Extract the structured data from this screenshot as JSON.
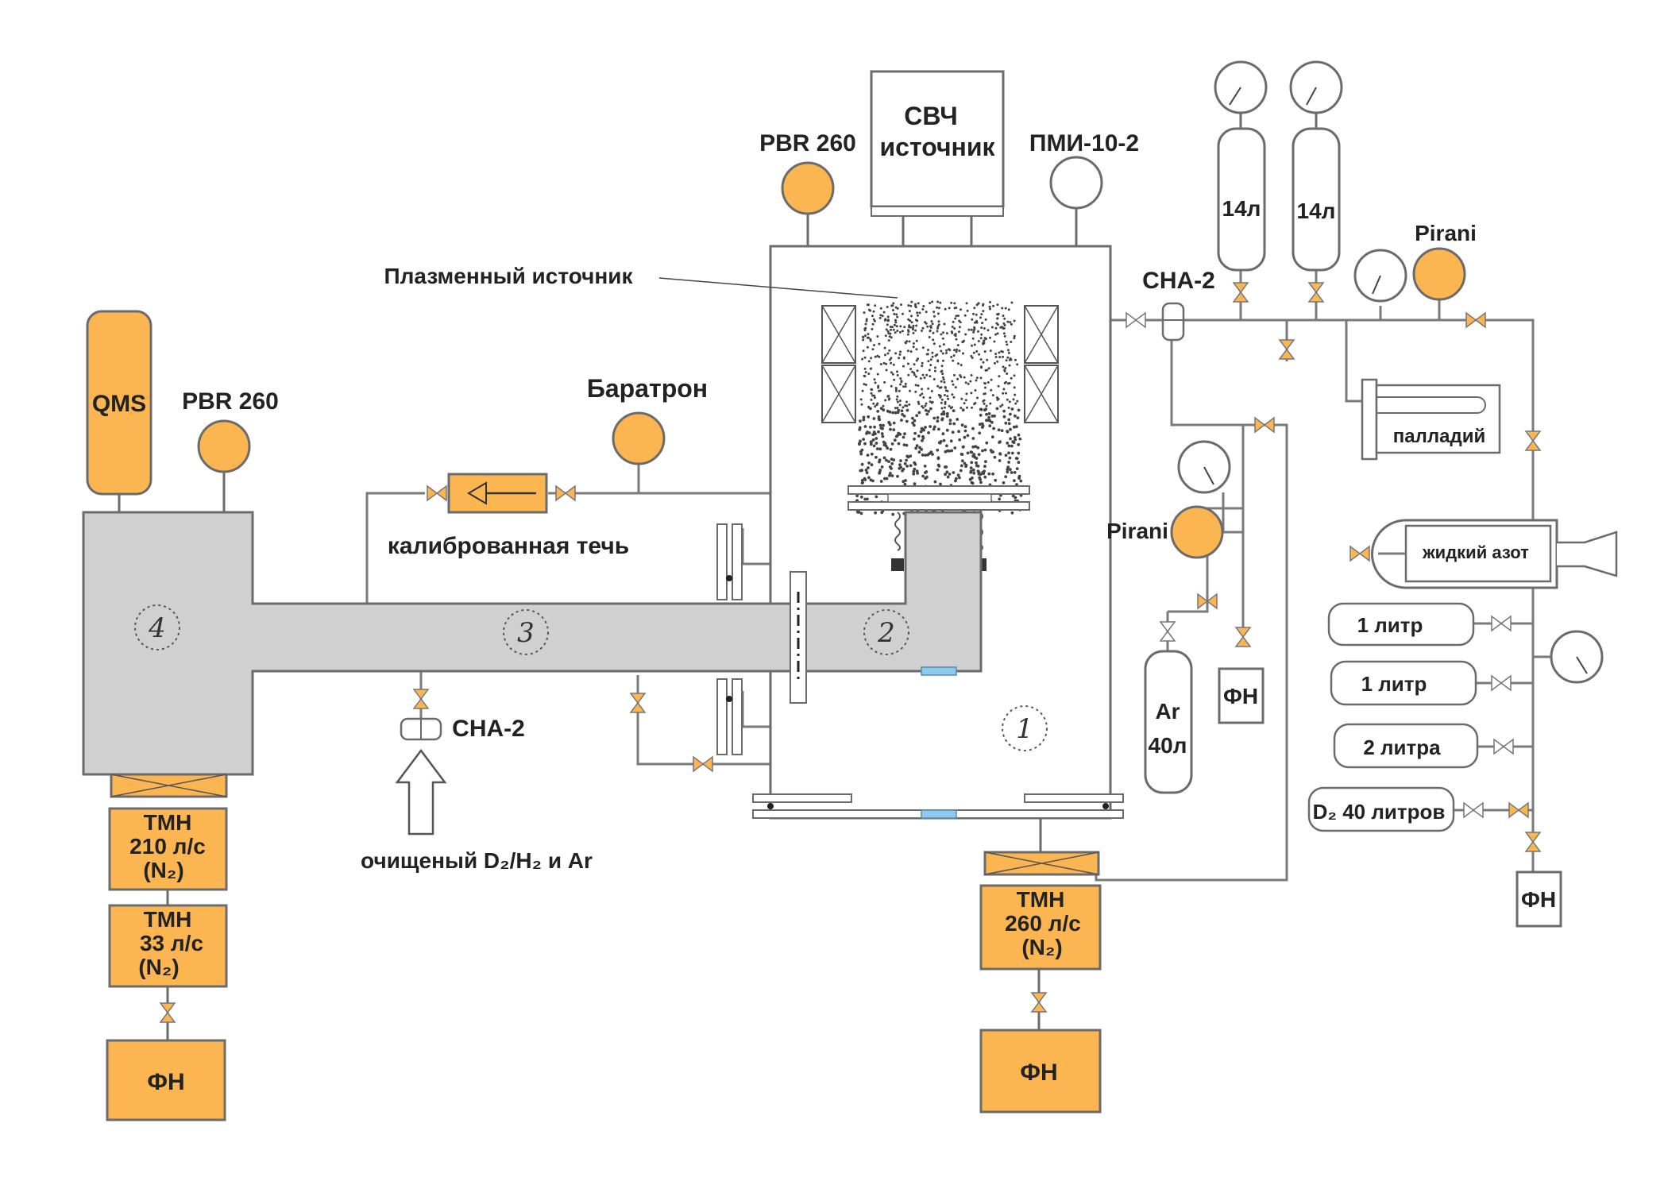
{
  "labels": {
    "svch_line1": "СВЧ",
    "svch_line2": "источник",
    "pbr_top": "PBR 260",
    "pmi": "ПМИ-10-2",
    "plasma_source": "Плазменный источник",
    "qms": "QMS",
    "pbr_left": "PBR 260",
    "baratron": "Баратрон",
    "calibrated_leak": "калиброванная течь",
    "cna_right": "СНА-2",
    "cna_bottom": "СНА-2",
    "purified_gas": "очищеный D₂/H₂ и Ar",
    "pirani_top": "Pirani",
    "pirani_mid": "Pirani",
    "cyl1": "14л",
    "cyl2": "14л",
    "palladium": "палладий",
    "liquid_nitrogen": "жидкий азот",
    "ar_line1": "Ar",
    "ar_line2": "40л",
    "fn_small_1": "ФН",
    "fn_small_2": "ФН",
    "flask1": "1 литр",
    "flask2": "1 литр",
    "flask3": "2 литра",
    "flask4": "D₂ 40 литров",
    "tmn210_l1": "ТМН",
    "tmn210_l2": "210 л/с",
    "tmn210_l3": "(N₂)",
    "tmn33_l1": "ТМН",
    "tmn33_l2": "33 л/с",
    "tmn33_l3": "(N₂)",
    "tmn260_l1": "ТМН",
    "tmn260_l2": "260 л/с",
    "tmn260_l3": "(N₂)",
    "fn_left": "ФН",
    "fn_center": "ФН",
    "zone1": "1",
    "zone2": "2",
    "zone3": "3",
    "zone4": "4"
  },
  "colors": {
    "orange": "#fbb652",
    "chamber_gray": "#d0d0d0",
    "line_gray": "#7a7a7a",
    "window_blue": "#8ec9ee"
  }
}
